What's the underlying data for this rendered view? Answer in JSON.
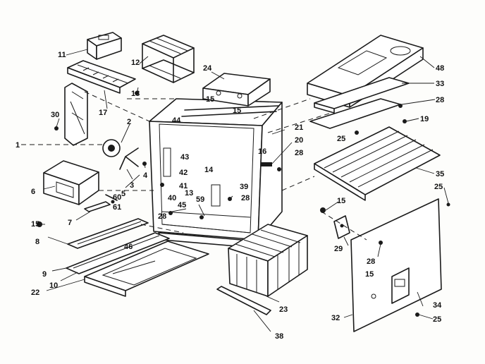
{
  "colors": {
    "ink": "#1a1a1a",
    "paper": "#fdfdfb"
  },
  "callouts": [
    {
      "id": "c11",
      "text": "11"
    },
    {
      "id": "c12",
      "text": "12"
    },
    {
      "id": "c18",
      "text": "18"
    },
    {
      "id": "c17",
      "text": "17"
    },
    {
      "id": "c30",
      "text": "30"
    },
    {
      "id": "c1",
      "text": "1"
    },
    {
      "id": "c2",
      "text": "2"
    },
    {
      "id": "c3",
      "text": "3"
    },
    {
      "id": "c4",
      "text": "4"
    },
    {
      "id": "c5",
      "text": "5"
    },
    {
      "id": "c6",
      "text": "6"
    },
    {
      "id": "c60",
      "text": "60"
    },
    {
      "id": "c61",
      "text": "61"
    },
    {
      "id": "c7",
      "text": "7"
    },
    {
      "id": "c15a",
      "text": "15"
    },
    {
      "id": "c8",
      "text": "8"
    },
    {
      "id": "c46",
      "text": "46"
    },
    {
      "id": "c9",
      "text": "9"
    },
    {
      "id": "c10",
      "text": "10"
    },
    {
      "id": "c22",
      "text": "22"
    },
    {
      "id": "c24",
      "text": "24"
    },
    {
      "id": "c15b",
      "text": "15"
    },
    {
      "id": "c15c",
      "text": "15"
    },
    {
      "id": "c44",
      "text": "44"
    },
    {
      "id": "c43",
      "text": "43"
    },
    {
      "id": "c42",
      "text": "42"
    },
    {
      "id": "c41",
      "text": "41"
    },
    {
      "id": "c13",
      "text": "13"
    },
    {
      "id": "c40",
      "text": "40"
    },
    {
      "id": "c45",
      "text": "45"
    },
    {
      "id": "c28a",
      "text": "28"
    },
    {
      "id": "c59",
      "text": "59"
    },
    {
      "id": "c14",
      "text": "14"
    },
    {
      "id": "c39",
      "text": "39"
    },
    {
      "id": "c28b",
      "text": "28"
    },
    {
      "id": "c21",
      "text": "21"
    },
    {
      "id": "c16",
      "text": "16"
    },
    {
      "id": "c20",
      "text": "20"
    },
    {
      "id": "c28c",
      "text": "28"
    },
    {
      "id": "c23",
      "text": "23"
    },
    {
      "id": "c38",
      "text": "38"
    },
    {
      "id": "c48",
      "text": "48"
    },
    {
      "id": "c33",
      "text": "33"
    },
    {
      "id": "c28d",
      "text": "28"
    },
    {
      "id": "c19",
      "text": "19"
    },
    {
      "id": "c25a",
      "text": "25"
    },
    {
      "id": "c35",
      "text": "35"
    },
    {
      "id": "c25b",
      "text": "25"
    },
    {
      "id": "c15d",
      "text": "15"
    },
    {
      "id": "c29",
      "text": "29"
    },
    {
      "id": "c28e",
      "text": "28"
    },
    {
      "id": "c15e",
      "text": "15"
    },
    {
      "id": "c34",
      "text": "34"
    },
    {
      "id": "c32",
      "text": "32"
    },
    {
      "id": "c25c",
      "text": "25"
    }
  ]
}
